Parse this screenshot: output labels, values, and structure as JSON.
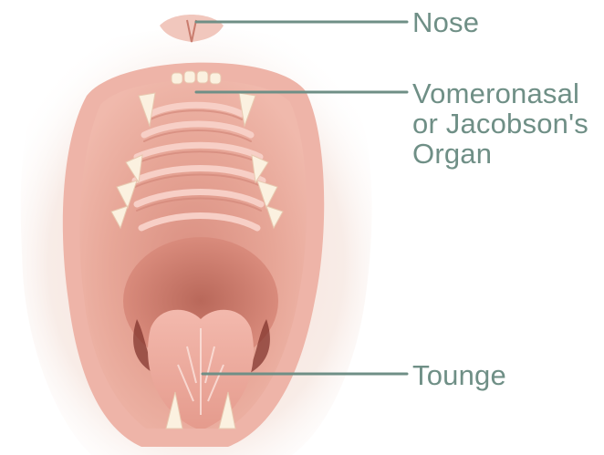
{
  "labels": {
    "nose": "Nose",
    "organ_line1": "Vomeronasal",
    "organ_line2": "or Jacobson's",
    "organ_line3": "Organ",
    "tongue": "Tounge"
  },
  "colors": {
    "label_text": "#6f8f86",
    "leader_line": "#6f8f86",
    "mouth_interior": "#e9a79a",
    "palate": "#f0bfb4",
    "throat": "#cf7c6e",
    "teeth": "#fbf1e0",
    "fur": "#f7ede8"
  },
  "icons": [
    "cat-mouth-illustration"
  ]
}
